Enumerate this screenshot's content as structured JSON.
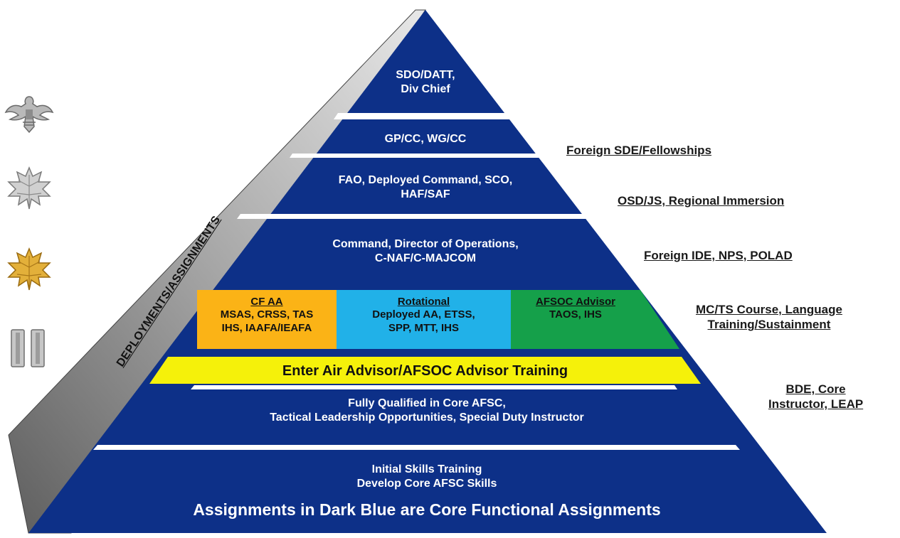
{
  "pyramid": {
    "tiers": [
      {
        "lines": [
          "SDO/DATT,",
          "Div Chief"
        ]
      },
      {
        "lines": [
          "GP/CC, WG/CC"
        ]
      },
      {
        "lines": [
          "FAO, Deployed Command, SCO,",
          "HAF/SAF"
        ]
      },
      {
        "lines": [
          "Command, Director of Operations,",
          "C-NAF/C-MAJCOM"
        ]
      },
      {
        "boxes": [
          {
            "title": "CF AA",
            "lines": [
              "MSAS, CRSS, TAS",
              "IHS, IAAFA/IEAFA"
            ]
          },
          {
            "title": "Rotational",
            "lines": [
              "Deployed AA, ETSS,",
              "SPP, MTT, IHS"
            ]
          },
          {
            "title": "AFSOC Advisor",
            "lines": [
              "TAOS, IHS"
            ]
          }
        ]
      },
      {
        "lines": [
          "Enter Air Advisor/AFSOC Advisor Training"
        ]
      },
      {
        "lines": [
          "Fully Qualified in Core AFSC,",
          "Tactical Leadership Opportunities, Special Duty Instructor"
        ]
      },
      {
        "lines": [
          "Initial Skills Training",
          "Develop Core AFSC Skills"
        ],
        "emphasis": "Assignments in Dark Blue are Core Functional Assignments"
      }
    ],
    "side_label": "DEPLOYMENTS/ASSIGNMENTS"
  },
  "right_labels": [
    {
      "lines": [
        "Foreign SDE/Fellowships"
      ]
    },
    {
      "lines": [
        "OSD/JS, Regional Immersion"
      ]
    },
    {
      "lines": [
        "Foreign IDE, NPS, POLAD"
      ]
    },
    {
      "lines": [
        "MC/TS Course, Language",
        "Training/Sustainment"
      ]
    },
    {
      "lines": [
        "BDE, Core",
        "Instructor, LEAP"
      ]
    }
  ],
  "insignia": [
    {
      "icon": "eagle-insignia-icon"
    },
    {
      "icon": "silver-oak-leaf-icon"
    },
    {
      "icon": "gold-oak-leaf-icon"
    },
    {
      "icon": "captain-bars-icon"
    }
  ],
  "colors": {
    "dark_blue": "#0d3088",
    "orange": "#fbb316",
    "light_blue": "#21b1e8",
    "green": "#15a04a",
    "yellow": "#f5f10a",
    "gray_band": "#8a8a8a"
  }
}
